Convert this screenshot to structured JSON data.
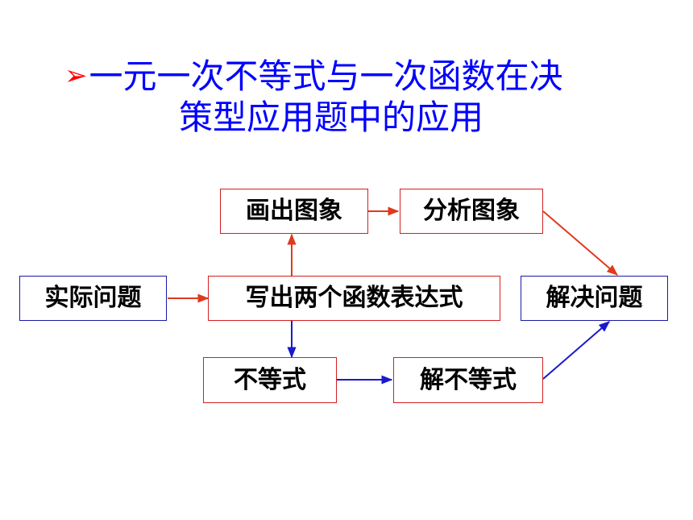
{
  "title": {
    "bullet_icon": "arrow-bullet-icon",
    "line1": "一元一次不等式与一次函数在决",
    "line2": "策型应用题中的应用"
  },
  "colors": {
    "title": "#0000ff",
    "bullet": "#ff0000",
    "red_path": "#e03a1e",
    "blue_path": "#1a1acc"
  },
  "flow": {
    "real_problem": "实际问题",
    "write_functions": "写出两个函数表达式",
    "draw_graph": "画出图象",
    "analyze_graph": "分析图象",
    "inequality": "不等式",
    "solve_inequality": "解不等式",
    "solve_problem": "解决问题"
  }
}
